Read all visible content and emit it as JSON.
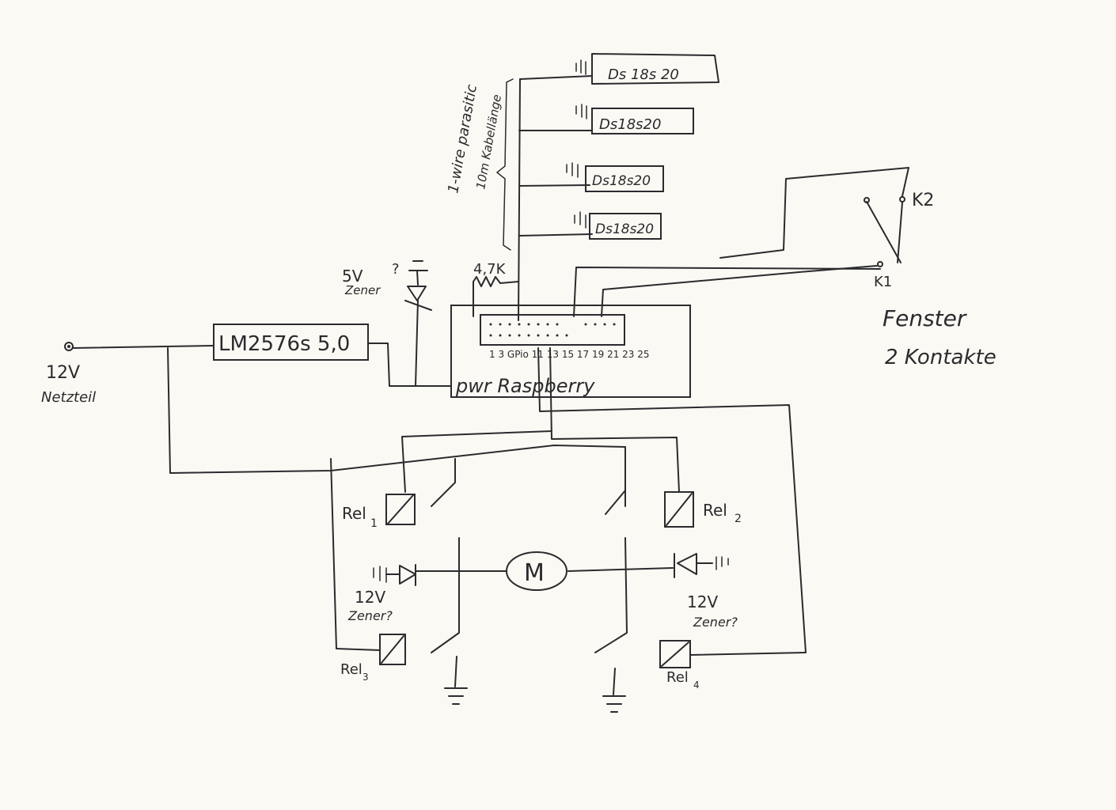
{
  "power": {
    "input_label": "12V",
    "input_sub": "Netzteil",
    "regulator_label": "LM2576s 5,0",
    "zener_label_1": "5V",
    "zener_label_2": "Zener",
    "zener_question": "?"
  },
  "raspberry": {
    "board_label": "pwr Raspberry",
    "header_label": "1 3 GPio 11 13 15 17 19 21 23 25"
  },
  "onewire": {
    "pullup_label": "4,7K",
    "bus_label_1": "1-wire parasitic",
    "bus_label_2": "10m Kabellänge",
    "sensors": [
      "Ds 18s 20",
      "Ds18s20",
      "Ds18s20",
      "Ds18s20"
    ]
  },
  "window": {
    "contact_k1": "K1",
    "contact_k2": "K2",
    "title": "Fenster",
    "subtitle": "2 Kontakte"
  },
  "relays": {
    "rel1": "Rel",
    "rel1_sub": "1",
    "rel2": "Rel",
    "rel2_sub": "2",
    "rel3": "Rel",
    "rel3_sub": "3",
    "rel4": "Rel",
    "rel4_sub": "4"
  },
  "motor": {
    "label": "M",
    "zener_left_1": "12V",
    "zener_left_2": "Zener?",
    "zener_right_1": "12V",
    "zener_right_2": "Zener?"
  },
  "colors": {
    "ink": "#2b2a2e",
    "paper": "#fbf9f3"
  }
}
